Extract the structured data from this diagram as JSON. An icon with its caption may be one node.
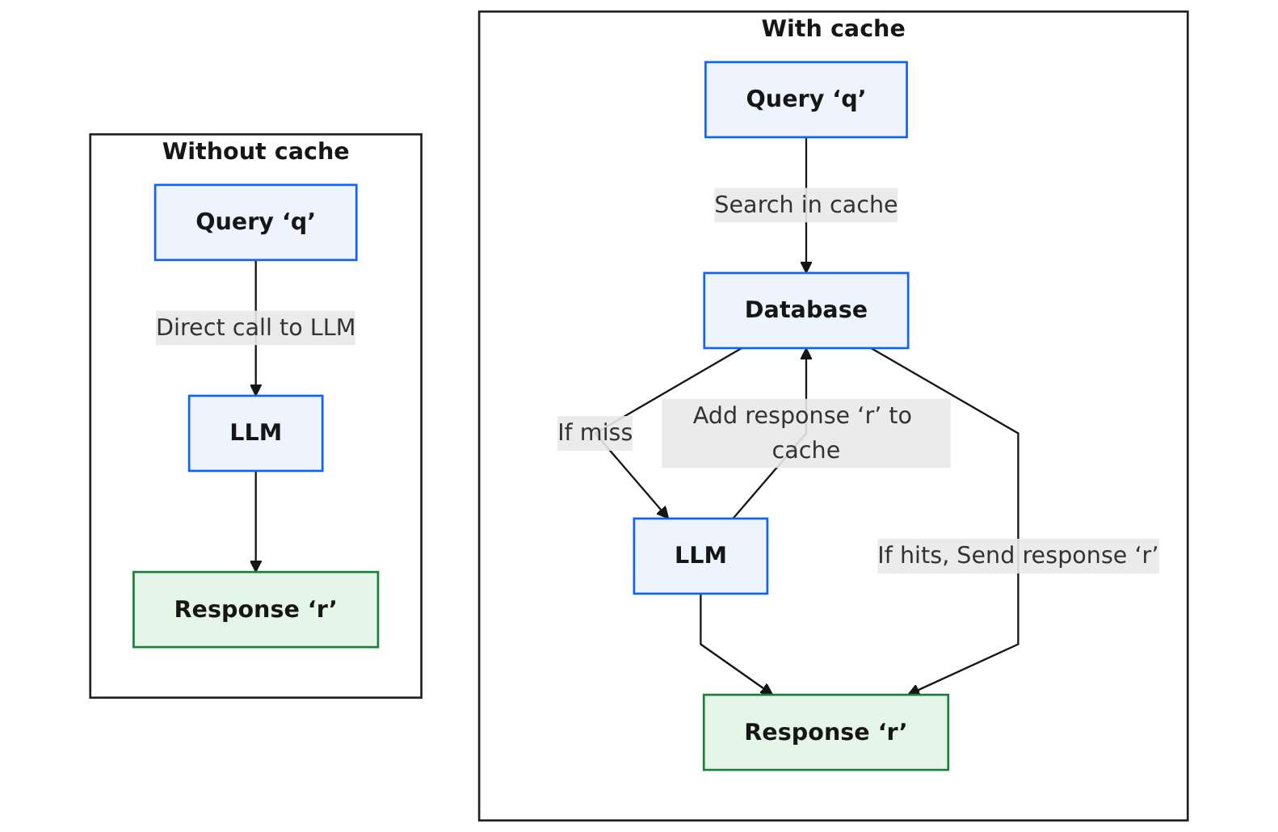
{
  "diagram": {
    "nodes": [
      {
        "text": [
          "With cache"
        ]
      },
      {
        "text": [
          "Query ‘q’"
        ],
        "in": 0
      },
      {
        "text": [
          "Database"
        ],
        "in": 0
      },
      {
        "text": [
          "LLM"
        ],
        "in": 0
      },
      {
        "text": [
          "Response ‘r’"
        ],
        "in": 0
      },
      {
        "text": [
          "Without cache"
        ]
      },
      {
        "text": [
          "Query ‘q’"
        ],
        "in": 5
      },
      {
        "text": [
          "LLM"
        ],
        "in": 5
      },
      {
        "text": [
          "Response ‘r’"
        ],
        "in": 5
      }
    ],
    "edges": [
      {
        "from": 1,
        "to": 2,
        "arrow": "to",
        "label": "Search in cache"
      },
      {
        "from": 2,
        "to": 3,
        "arrow": "to",
        "label": "If miss"
      },
      {
        "from": 3,
        "to": 4,
        "arrow": "to"
      },
      {
        "from": 3,
        "to": 2,
        "arrow": "to",
        "label": "Add response ‘r’ to cache"
      },
      {
        "from": 2,
        "to": 4,
        "arrow": "to",
        "label": "If hits, Send response ‘r’"
      },
      {
        "from": 6,
        "to": 7,
        "arrow": "to",
        "label": "Direct call to LLM"
      },
      {
        "from": 7,
        "to": 8,
        "arrow": "to"
      }
    ]
  }
}
